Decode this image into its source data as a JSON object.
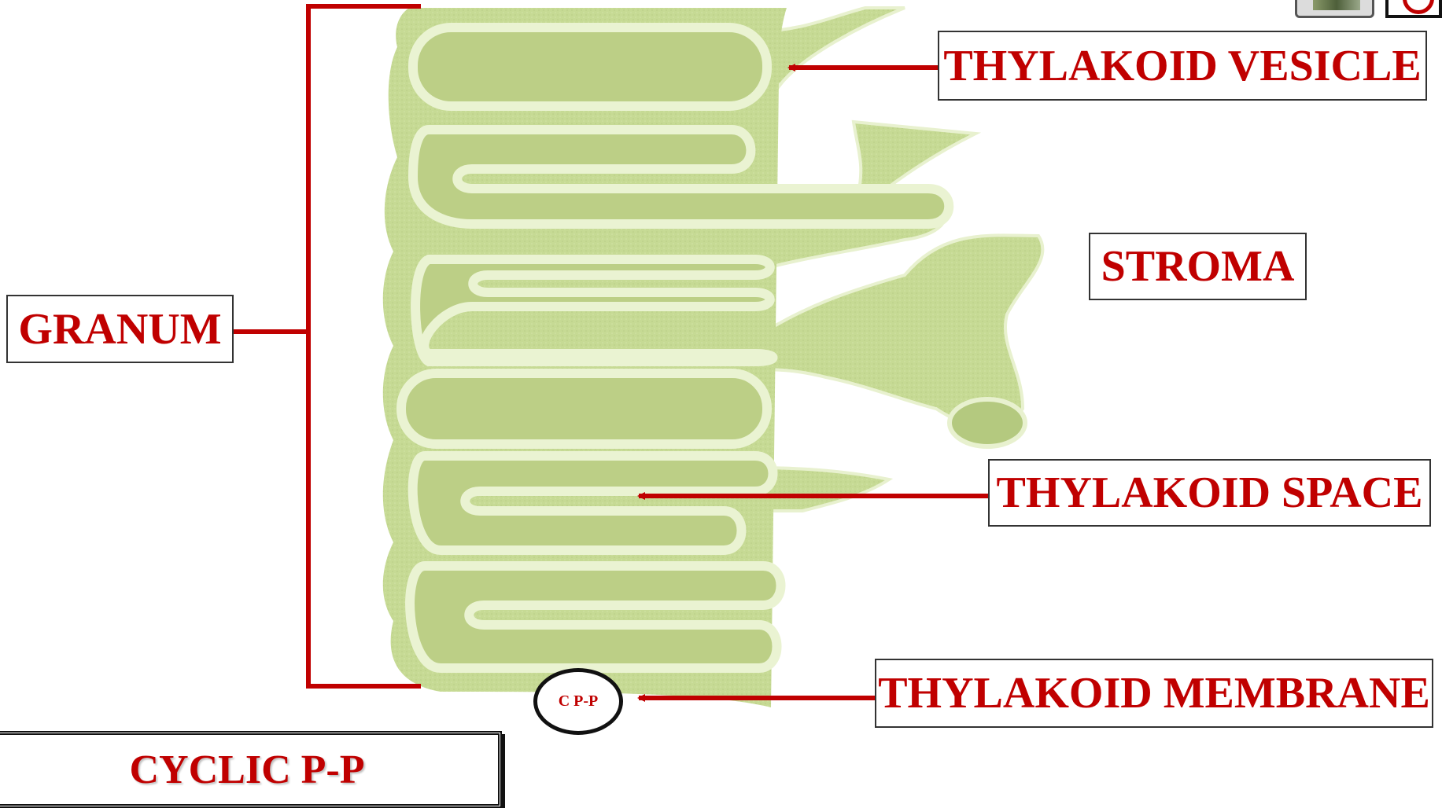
{
  "labels": {
    "thylakoid_vesicle": "THYLAKOID VESICLE",
    "stroma": "STROMA",
    "granum": "GRANUM",
    "thylakoid_space": "THYLAKOID SPACE",
    "thylakoid_membrane": "THYLAKOID MEMBRANE"
  },
  "badge": {
    "text": "C P-P"
  },
  "button": {
    "text": "CYCLIC P-P"
  },
  "nav": {
    "home_icon": "slide-thumbnail-icon",
    "close_icon": "close-circle-icon"
  },
  "colors": {
    "label_text": "#c00000",
    "arrow": "#c00000",
    "membrane_fill": "#c9dc98",
    "membrane_edge": "#e8f1cf",
    "lumen_fill": "#b4c97f"
  }
}
